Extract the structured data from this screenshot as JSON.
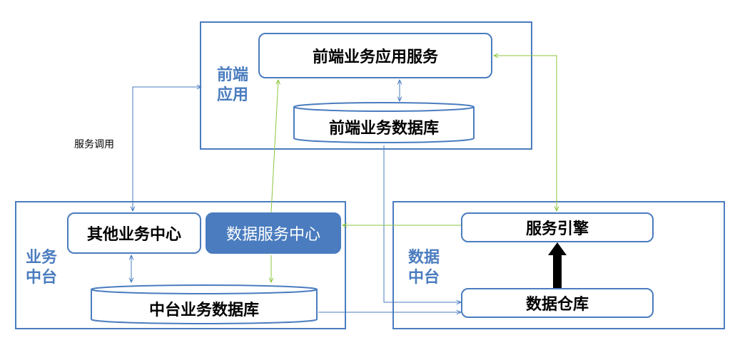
{
  "frames": {
    "frontend": {
      "label_line1": "前端",
      "label_line2": "应用"
    },
    "business": {
      "label_line1": "业务",
      "label_line2": "中台"
    },
    "data": {
      "label_line1": "数据",
      "label_line2": "中台"
    }
  },
  "nodes": {
    "frontend_service": "前端业务应用服务",
    "frontend_db": "前端业务数据库",
    "other_center": "其他业务中心",
    "data_service_center": "数据服务中心",
    "midplatform_db": "中台业务数据库",
    "service_engine": "服务引擎",
    "data_warehouse": "数据仓库"
  },
  "edges": {
    "service_call_label": "服务调用"
  },
  "colors": {
    "blue": "#4a7cbf",
    "green": "#8cc63f"
  }
}
